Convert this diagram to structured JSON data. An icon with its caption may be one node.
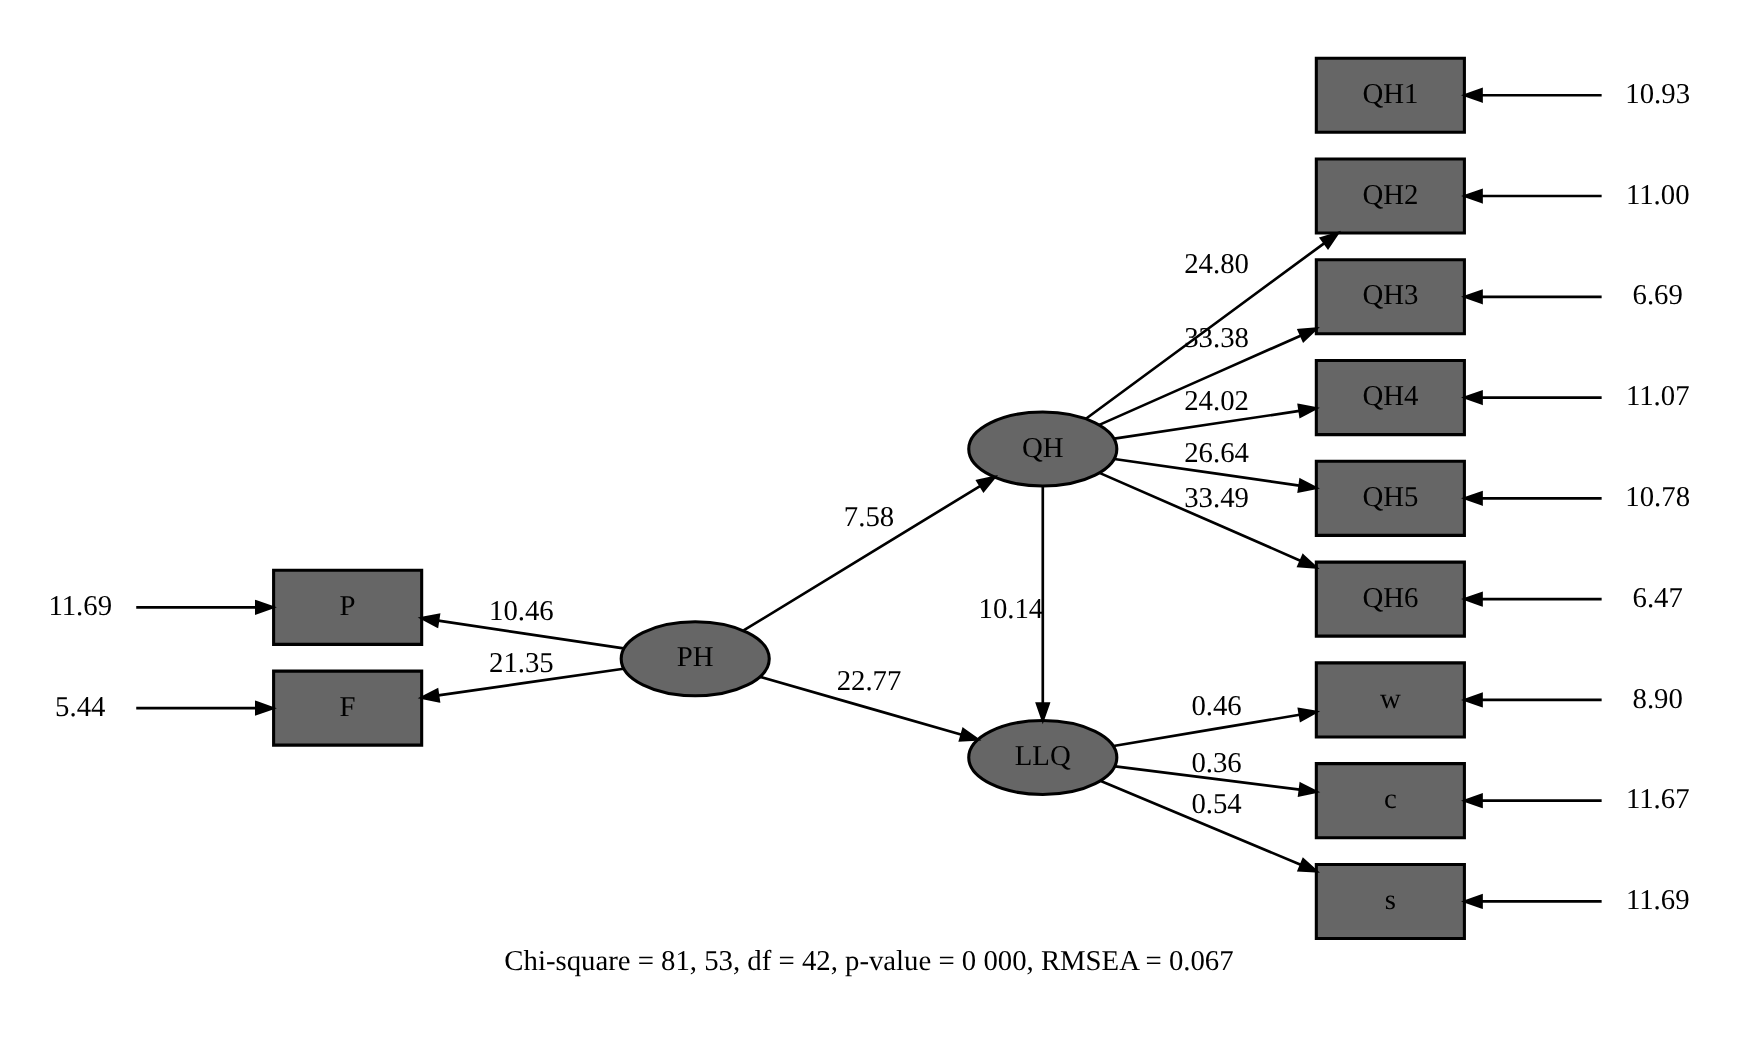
{
  "diagram": {
    "caption": "Chi-square = 81, 53, df = 42, p-value = 0 000, RMSEA = 0.067",
    "nodes": [
      {
        "text": [
          "PH"
        ]
      },
      {
        "text": [
          "P"
        ]
      },
      {
        "text": [
          "F"
        ]
      },
      {
        "text": [
          "QH"
        ]
      },
      {
        "text": [
          "LLQ"
        ]
      },
      {
        "text": [
          "QH1"
        ]
      },
      {
        "text": [
          "QH2"
        ]
      },
      {
        "text": [
          "QH3"
        ]
      },
      {
        "text": [
          "QH4"
        ]
      },
      {
        "text": [
          "QH5"
        ]
      },
      {
        "text": [
          "QH6"
        ]
      },
      {
        "text": [
          "w"
        ]
      },
      {
        "text": [
          "c"
        ]
      },
      {
        "text": [
          "s"
        ]
      },
      {
        "text": [
          "11.69"
        ]
      },
      {
        "text": [
          "5.44"
        ]
      },
      {
        "text": [
          "10.93"
        ]
      },
      {
        "text": [
          "11.00"
        ]
      },
      {
        "text": [
          "6.69"
        ]
      },
      {
        "text": [
          "11.07"
        ]
      },
      {
        "text": [
          "10.78"
        ]
      },
      {
        "text": [
          "6.47"
        ]
      },
      {
        "text": [
          "8.90"
        ]
      },
      {
        "text": [
          "11.67"
        ]
      },
      {
        "text": [
          "11.69"
        ]
      }
    ],
    "edges": [
      {
        "from": 0,
        "to": 1,
        "arrow": "to",
        "label": "10.46"
      },
      {
        "from": 0,
        "to": 2,
        "arrow": "to",
        "label": "21.35"
      },
      {
        "from": 0,
        "to": 3,
        "arrow": "to",
        "label": "7.58"
      },
      {
        "from": 0,
        "to": 4,
        "arrow": "to",
        "label": "22.77"
      },
      {
        "from": 3,
        "to": 4,
        "arrow": "to",
        "label": "10.14"
      },
      {
        "from": 3,
        "to": 6,
        "arrow": "to",
        "label": "24.80"
      },
      {
        "from": 3,
        "to": 7,
        "arrow": "to",
        "label": "33.38"
      },
      {
        "from": 3,
        "to": 8,
        "arrow": "to",
        "label": "24.02"
      },
      {
        "from": 3,
        "to": 9,
        "arrow": "to",
        "label": "26.64"
      },
      {
        "from": 3,
        "to": 10,
        "arrow": "to",
        "label": "33.49"
      },
      {
        "from": 4,
        "to": 11,
        "arrow": "to",
        "label": "0.46"
      },
      {
        "from": 4,
        "to": 12,
        "arrow": "to",
        "label": "0.36"
      },
      {
        "from": 4,
        "to": 13,
        "arrow": "to",
        "label": "0.54"
      },
      {
        "from": 14,
        "to": 1,
        "arrow": "to"
      },
      {
        "from": 15,
        "to": 2,
        "arrow": "to"
      },
      {
        "from": 16,
        "to": 5,
        "arrow": "to"
      },
      {
        "from": 17,
        "to": 6,
        "arrow": "to"
      },
      {
        "from": 18,
        "to": 7,
        "arrow": "to"
      },
      {
        "from": 19,
        "to": 8,
        "arrow": "to"
      },
      {
        "from": 20,
        "to": 9,
        "arrow": "to"
      },
      {
        "from": 21,
        "to": 10,
        "arrow": "to"
      },
      {
        "from": 22,
        "to": 11,
        "arrow": "to"
      },
      {
        "from": 23,
        "to": 12,
        "arrow": "to"
      },
      {
        "from": 24,
        "to": 13,
        "arrow": "to"
      }
    ]
  }
}
